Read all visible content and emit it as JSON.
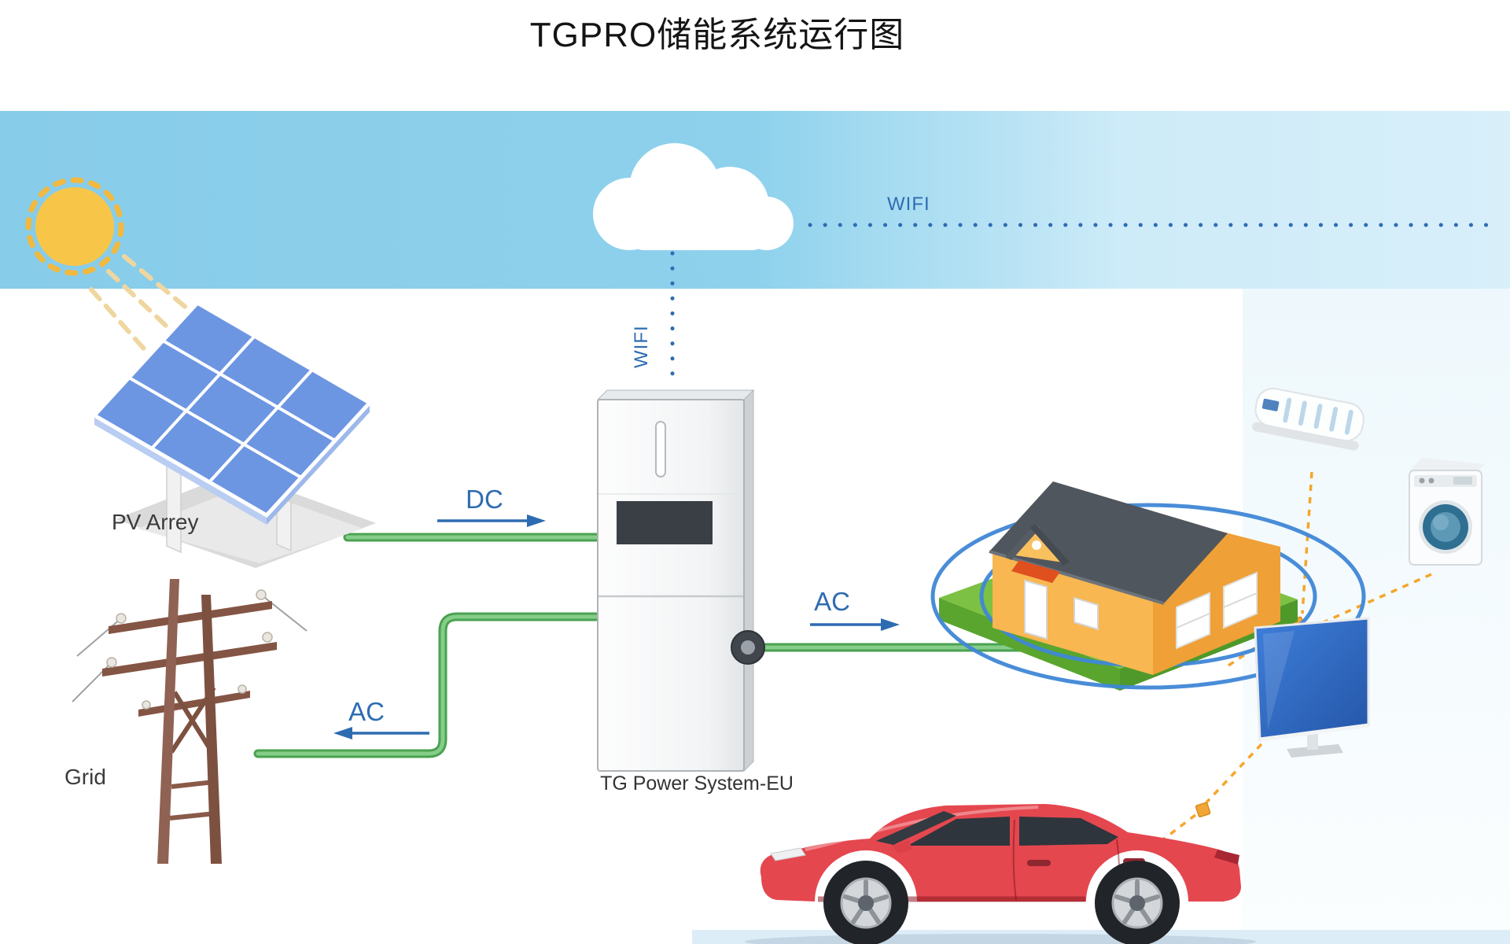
{
  "title": "TGPRO储能系统运行图",
  "nodes": {
    "pv_array": {
      "label": "PV Arrey"
    },
    "grid": {
      "label": "Grid"
    },
    "inverter": {
      "label": "TG Power System-EU"
    }
  },
  "links": {
    "wifi_cloud": {
      "label": "WIFI",
      "style": "dotted-blue"
    },
    "wifi_inverter": {
      "label": "WIFI",
      "style": "dotted-blue"
    },
    "pv_dc": {
      "label": "DC",
      "direction": "right",
      "style": "green-wire"
    },
    "grid_ac": {
      "label": "AC",
      "direction": "left",
      "style": "green-wire"
    },
    "house_ac": {
      "label": "AC",
      "direction": "right",
      "style": "green-wire"
    }
  },
  "icons": [
    "sun-icon",
    "cloud-icon",
    "solar-panel-icon",
    "utility-pole-icon",
    "inverter-icon",
    "house-icon",
    "signal-rings-icon",
    "air-conditioner-icon",
    "washing-machine-icon",
    "tv-icon",
    "ev-car-icon",
    "smart-plug-icon"
  ],
  "colors": {
    "sky": "#8bcfec",
    "accent_blue": "#2e6cb2",
    "power_line_green": "#57b05c",
    "dashed_orange": "#f5a62b",
    "sun_yellow": "#f7c648",
    "panel_blue": "#6d96e2",
    "house_orange": "#efa037",
    "roof_gray": "#51575e",
    "grass_green": "#7cc143",
    "car_red": "#e5474f"
  }
}
